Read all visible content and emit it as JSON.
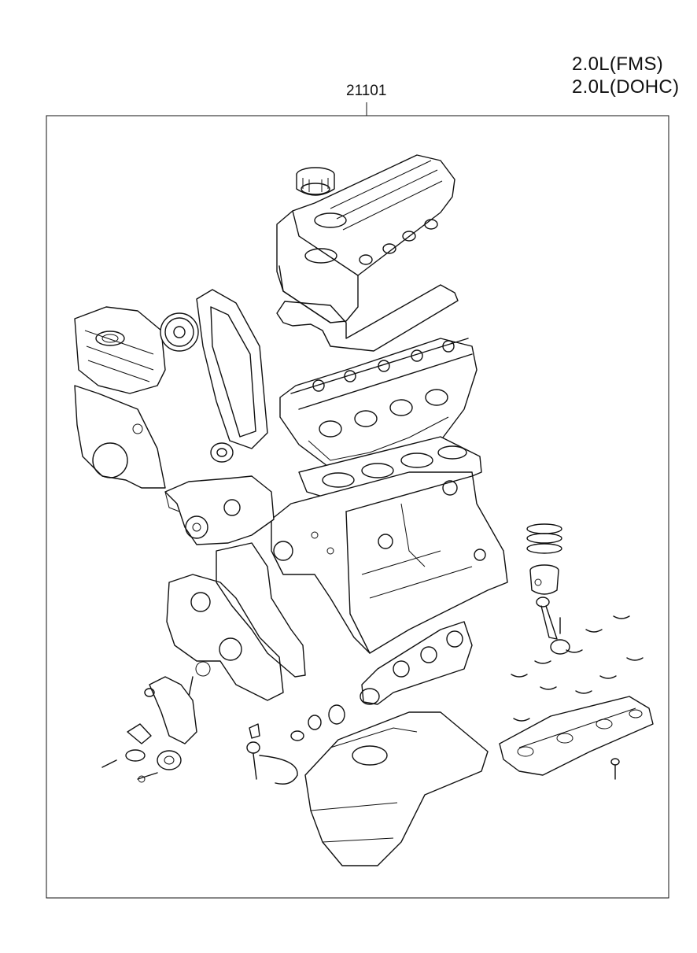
{
  "header": {
    "engine_labels": [
      "2.0L(FMS)",
      "2.0L(DOHC)"
    ],
    "part_number": "21101"
  },
  "colors": {
    "line": "#111111",
    "background": "#ffffff"
  }
}
